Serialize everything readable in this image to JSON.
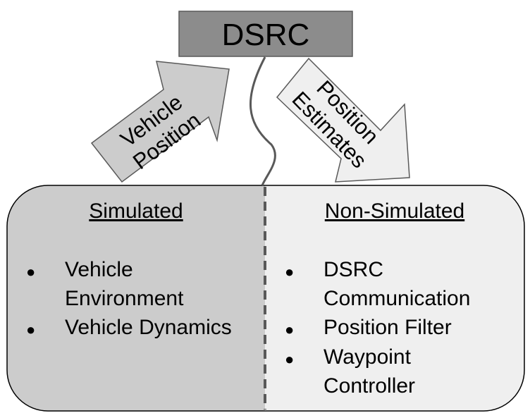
{
  "top_box": {
    "label": "DSRC"
  },
  "arrows": {
    "left_line1": "Vehicle",
    "left_line2": "Position",
    "right_line1": "Position",
    "right_line2": "Estimates"
  },
  "panels": {
    "simulated": {
      "heading": "Simulated",
      "item1_line1": "Vehicle",
      "item1_line2": "Environment",
      "item2_line1": "Vehicle Dynamics"
    },
    "non_simulated": {
      "heading": "Non-Simulated",
      "item1_line1": "DSRC",
      "item1_line2": "Communication",
      "item2_line1": "Position Filter",
      "item3_line1": "Waypoint",
      "item3_line2": "Controller"
    }
  },
  "bullet_char": "●",
  "colors": {
    "dsrc_box": "#8c8c8c",
    "simulated_panel": "#cccccc",
    "non_simulated_panel": "#efefef",
    "left_arrow": "#cccccc",
    "right_arrow": "#efefef",
    "divider": "#595959",
    "outline": "#000000"
  }
}
